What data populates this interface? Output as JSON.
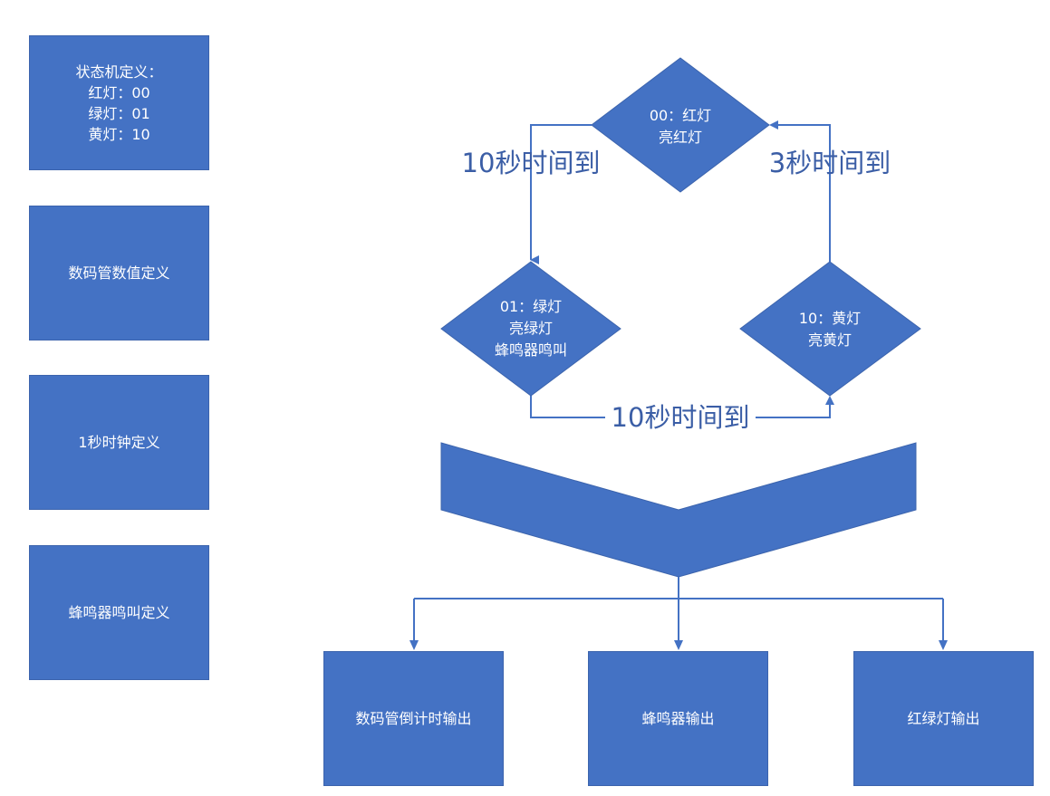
{
  "definitions": [
    {
      "lines": [
        "状态机定义：",
        "红灯：00",
        "绿灯：01",
        "黄灯：10"
      ]
    },
    {
      "lines": [
        "数码管数值定义"
      ]
    },
    {
      "lines": [
        "1秒时钟定义"
      ]
    },
    {
      "lines": [
        "蜂鸣器鸣叫定义"
      ]
    }
  ],
  "states": {
    "red": {
      "lines": [
        "00：红灯",
        "亮红灯"
      ]
    },
    "green": {
      "lines": [
        "01：绿灯",
        "亮绿灯",
        "蜂鸣器鸣叫"
      ]
    },
    "yellow": {
      "lines": [
        "10：黄灯",
        "亮黄灯"
      ]
    }
  },
  "transitions": {
    "red_to_green": "10秒时间到",
    "yellow_to_red": "3秒时间到",
    "green_to_yellow": "10秒时间到"
  },
  "outputs": [
    "数码管倒计时输出",
    "蜂鸣器输出",
    "红绿灯输出"
  ],
  "colors": {
    "shape_fill": "#4472C4",
    "label_text": "#3b5ea6"
  }
}
